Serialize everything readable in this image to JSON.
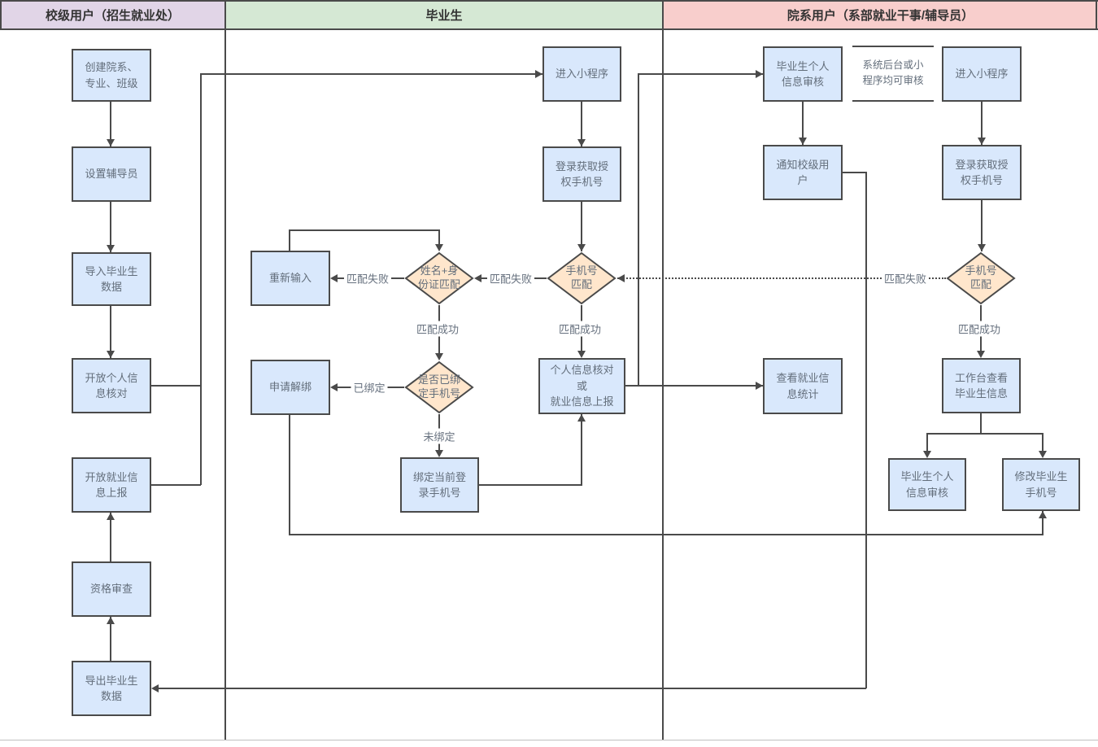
{
  "lanes": [
    {
      "label": "校级用户（招生就业处）",
      "header_bg": "#e1d5e7"
    },
    {
      "label": "毕业生",
      "header_bg": "#d5e8d4"
    },
    {
      "label": "院系用户（系部就业干事/辅导员）",
      "header_bg": "#f8cecc"
    }
  ],
  "colors": {
    "lane1_header": "#e1d5e7",
    "lane2_header": "#d5e8d4",
    "lane3_header": "#f8cecc",
    "process_fill": "#d9e8fc",
    "decision_fill": "#ffe6cc",
    "stroke": "#4a4a4a",
    "text": "#636e7b"
  },
  "nodes": {
    "create_org": "创建院系、\n专业、班级",
    "set_counselor": "设置辅导员",
    "import_students": "导入毕业生\n数据",
    "open_info_check": "开放个人信\n息核对",
    "open_employment_report": "开放就业信\n息上报",
    "qualification_review": "资格审查",
    "export_students": "导出毕业生\n数据",
    "student_enter_miniapp": "进入小程序",
    "student_login_phone": "登录获取授\n权手机号",
    "phone_match_student": "手机号\n匹配",
    "name_id_match": "姓名+身\n份证匹配",
    "reenter": "重新输入",
    "apply_unbind": "申请解绑",
    "is_phone_bound": "是否已绑\n定手机号",
    "info_check_or_report": "个人信息核对\n或\n就业信息上报",
    "bind_current_phone": "绑定当前登\n录手机号",
    "dept_student_info_review": "毕业生个人\n信息审核",
    "dept_enter_miniapp": "进入小程序",
    "notify_school_user": "通知校级用\n户",
    "dept_login_phone": "登录获取授\n权手机号",
    "phone_match_dept": "手机号\n匹配",
    "workbench_view_students": "工作台查看\n毕业生信息",
    "view_employment_stats": "查看就业信\n息统计",
    "dept_review_bottom": "毕业生个人\n信息审核",
    "modify_student_phone": "修改毕业生\n手机号",
    "note": "系统后台或小\n程序均可审核"
  },
  "edge_labels": {
    "fail_to_reenter": "匹配失败",
    "fail_to_name_id": "匹配失败",
    "fail_dotted": "匹配失败",
    "success_name_id": "匹配成功",
    "success_student_phone": "匹配成功",
    "success_dept_phone": "匹配成功",
    "bound": "已绑定",
    "not_bound": "未绑定"
  }
}
